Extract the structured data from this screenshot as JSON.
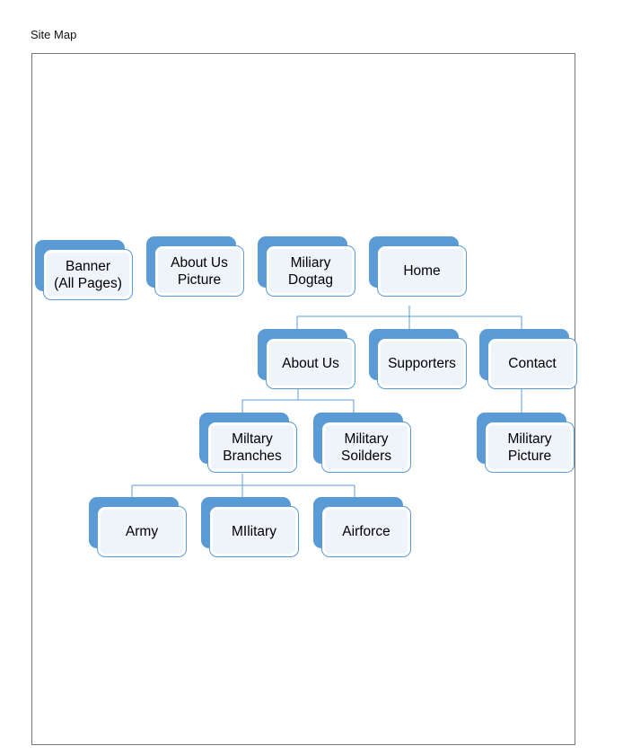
{
  "document": {
    "title": "Site Map"
  },
  "colors": {
    "accent_blue": "#5B9BD5",
    "card_fill": "#EFF3FA",
    "card_background": "#FFFFFF",
    "page_border": "#767676",
    "text": "#000000"
  },
  "diagram": {
    "type": "site-map-tree",
    "nodes": [
      {
        "id": "banner",
        "label": "Banner\n(All Pages)"
      },
      {
        "id": "about-us-picture",
        "label": "About Us\nPicture"
      },
      {
        "id": "miliary-dogtag",
        "label": "Miliary\nDogtag"
      },
      {
        "id": "home",
        "label": "Home"
      },
      {
        "id": "about-us",
        "label": "About Us"
      },
      {
        "id": "supporters",
        "label": "Supporters"
      },
      {
        "id": "contact",
        "label": "Contact"
      },
      {
        "id": "miltary-branches",
        "label": "Miltary\nBranches"
      },
      {
        "id": "military-soilders",
        "label": "Military\nSoilders"
      },
      {
        "id": "military-picture",
        "label": "Military\nPicture"
      },
      {
        "id": "army",
        "label": "Army"
      },
      {
        "id": "military",
        "label": "MIlitary"
      },
      {
        "id": "airforce",
        "label": "Airforce"
      }
    ],
    "edges": [
      {
        "from": "home",
        "to": "about-us"
      },
      {
        "from": "home",
        "to": "supporters"
      },
      {
        "from": "home",
        "to": "contact"
      },
      {
        "from": "about-us",
        "to": "miltary-branches"
      },
      {
        "from": "about-us",
        "to": "military-soilders"
      },
      {
        "from": "contact",
        "to": "military-picture"
      },
      {
        "from": "miltary-branches",
        "to": "army"
      },
      {
        "from": "miltary-branches",
        "to": "military"
      },
      {
        "from": "miltary-branches",
        "to": "airforce"
      }
    ]
  }
}
